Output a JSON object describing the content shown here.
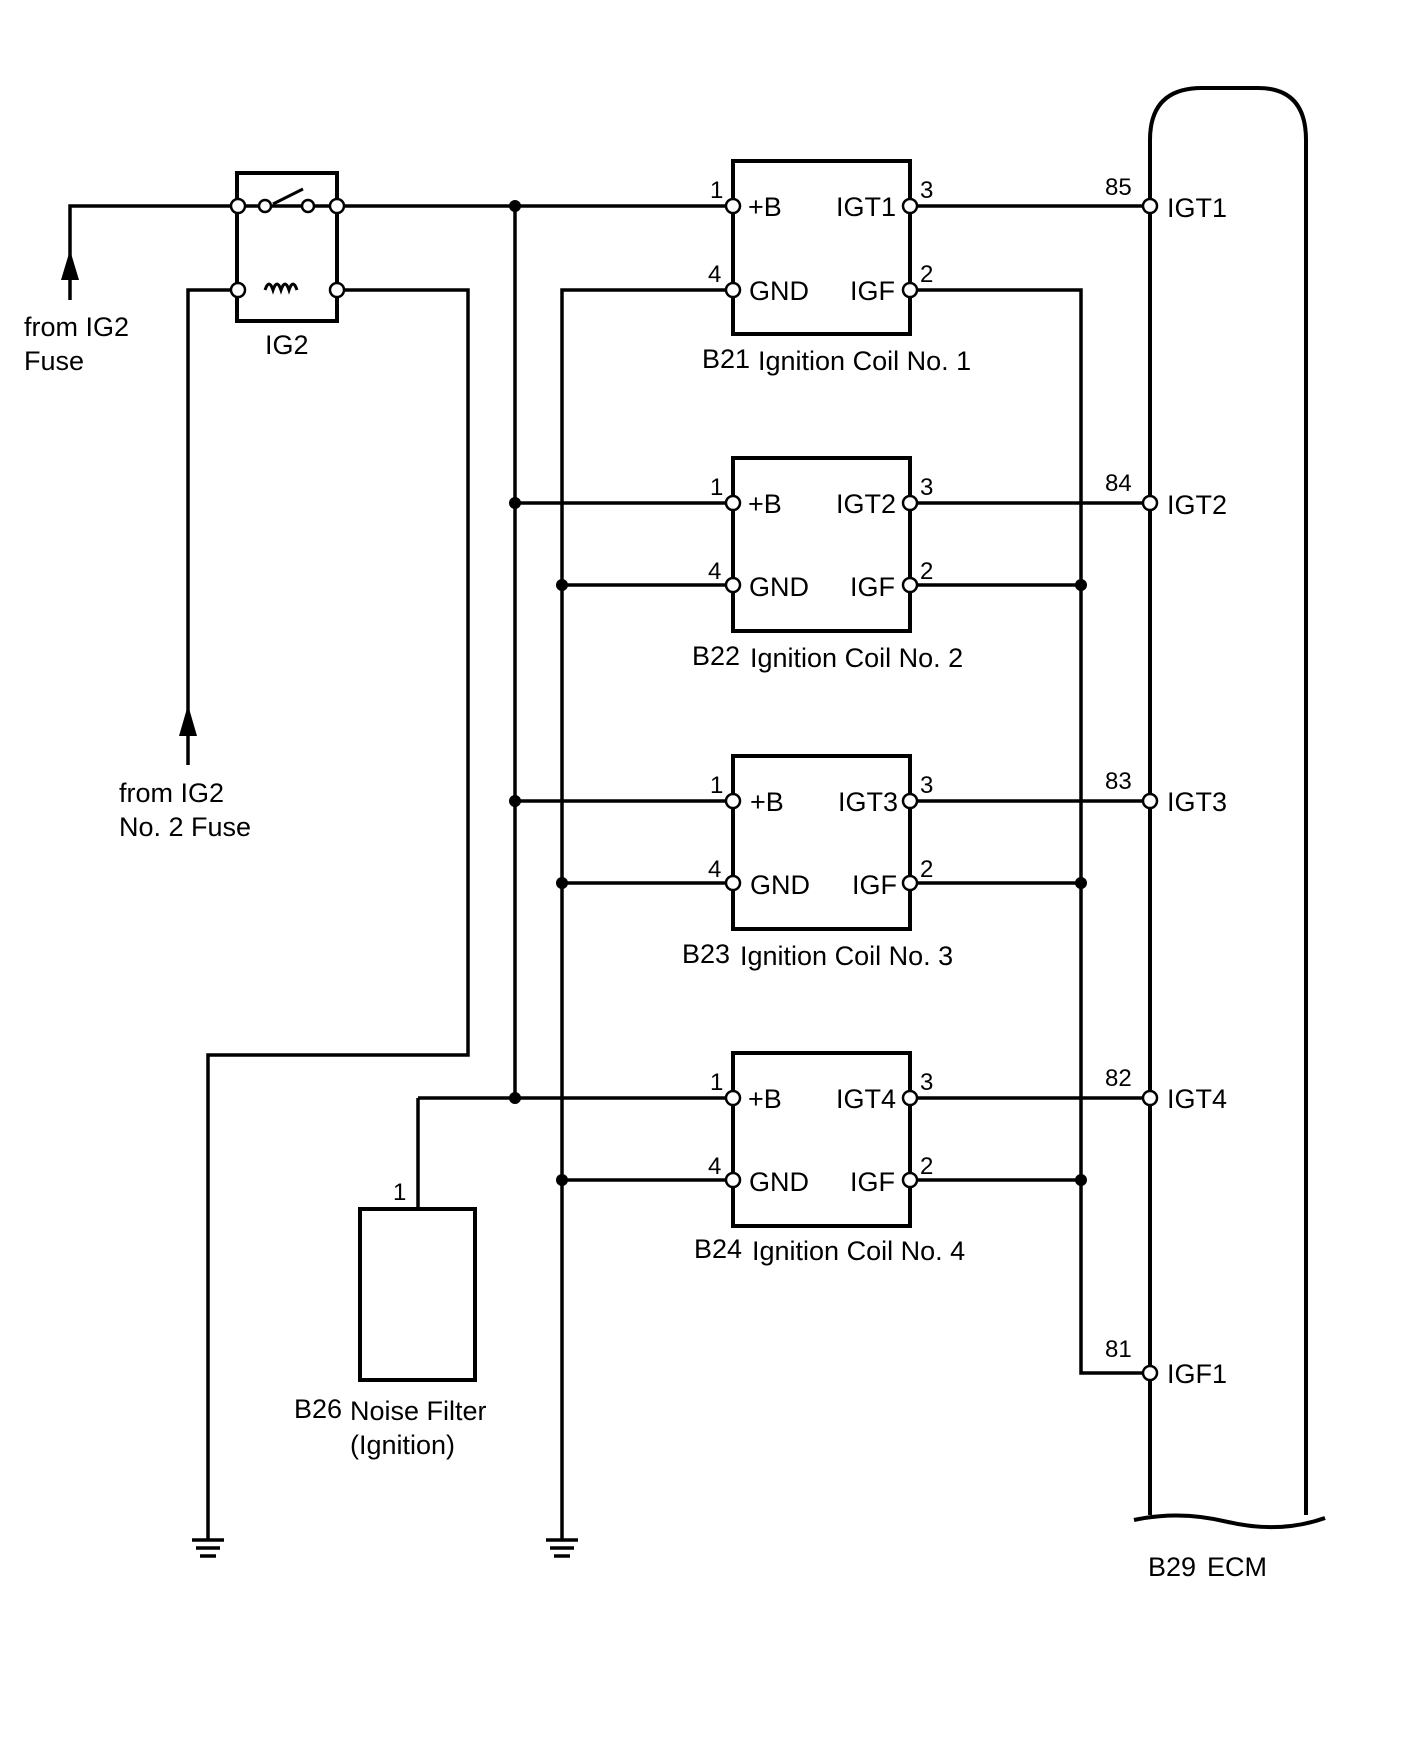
{
  "relay": {
    "name": "IG2"
  },
  "sources": [
    {
      "line1": "from IG2",
      "line2": "Fuse"
    },
    {
      "line1": "from IG2",
      "line2": "No. 2 Fuse"
    }
  ],
  "coils": [
    {
      "id": "B21",
      "label": "Ignition Coil No. 1",
      "pin_b_num": "1",
      "pin_b": "+B",
      "pin_gnd_num": "4",
      "pin_gnd": "GND",
      "pin_igt_num": "3",
      "pin_igt": "IGT1",
      "pin_igf_num": "2",
      "pin_igf": "IGF"
    },
    {
      "id": "B22",
      "label": "Ignition Coil No. 2",
      "pin_b_num": "1",
      "pin_b": "+B",
      "pin_gnd_num": "4",
      "pin_gnd": "GND",
      "pin_igt_num": "3",
      "pin_igt": "IGT2",
      "pin_igf_num": "2",
      "pin_igf": "IGF"
    },
    {
      "id": "B23",
      "label": "Ignition Coil No. 3",
      "pin_b_num": "1",
      "pin_b": "+B",
      "pin_gnd_num": "4",
      "pin_gnd": "GND",
      "pin_igt_num": "3",
      "pin_igt": "IGT3",
      "pin_igf_num": "2",
      "pin_igf": "IGF"
    },
    {
      "id": "B24",
      "label": "Ignition Coil No. 4",
      "pin_b_num": "1",
      "pin_b": "+B",
      "pin_gnd_num": "4",
      "pin_gnd": "GND",
      "pin_igt_num": "3",
      "pin_igt": "IGT4",
      "pin_igf_num": "2",
      "pin_igf": "IGF"
    }
  ],
  "ecm": {
    "id": "B29",
    "label": "ECM",
    "pins": [
      {
        "num": "85",
        "name": "IGT1"
      },
      {
        "num": "84",
        "name": "IGT2"
      },
      {
        "num": "83",
        "name": "IGT3"
      },
      {
        "num": "82",
        "name": "IGT4"
      },
      {
        "num": "81",
        "name": "IGF1"
      }
    ]
  },
  "noise_filter": {
    "id": "B26",
    "line1": "Noise Filter",
    "line2": "(Ignition)",
    "pin": "1"
  }
}
